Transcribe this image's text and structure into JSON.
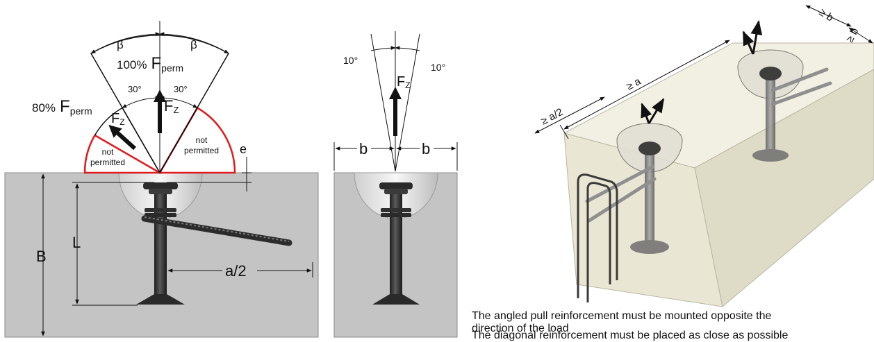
{
  "colors": {
    "concrete": "#c4c4c4",
    "concrete_edge": "#8a8a8a",
    "anchor": "#2f2f2f",
    "red_zone": "#e01b1b",
    "block_face": "#e9e6d4",
    "block_top": "#f2f0e2",
    "block_side": "#dedbc6"
  },
  "icons": [
    "arrow-up-icon",
    "arrow-diagonal-icon"
  ],
  "front_view": {
    "beta_left": "β",
    "beta_right": "β",
    "f100_pct": "100%",
    "f100_sym": "F",
    "f100_sub": "perm",
    "f80_pct": "80%",
    "f80_sym": "F",
    "f80_sub": "perm",
    "angle_30_left": "30°",
    "angle_30_right": "30°",
    "fz_main_sym": "F",
    "fz_main_sub": "Z",
    "fz_inclined_sym": "F",
    "fz_inclined_sub": "Z",
    "np_left_line1": "not",
    "np_left_line2": "permitted",
    "np_right_line1": "not",
    "np_right_line2": "permitted",
    "e_label": "e",
    "B_label": "B",
    "L_label": "L",
    "a_half_label": "a/2"
  },
  "side_view": {
    "angle_left": "10°",
    "angle_right": "10°",
    "fz_sym": "F",
    "fz_sub": "Z",
    "b_left": "b",
    "b_right": "b"
  },
  "iso_view": {
    "dim_b_top": "≥ b",
    "dim_b_right": "≥ b",
    "dim_a": "≥ a",
    "dim_a_half": "≥ a/2"
  },
  "notes": {
    "line1": "The angled pull reinforcement must be mounted opposite the",
    "line2": "direction of the load",
    "line3": "The diagonal reinforcement must be placed as close as possible"
  }
}
